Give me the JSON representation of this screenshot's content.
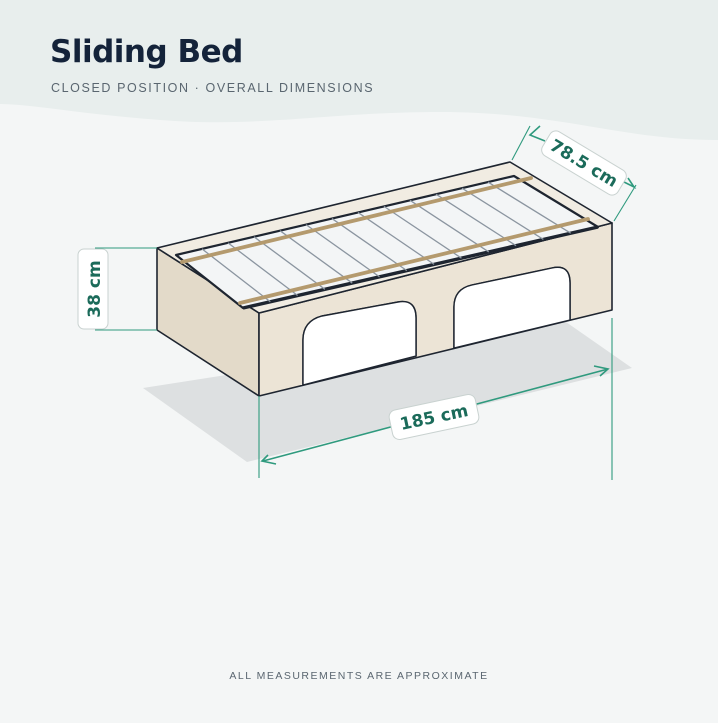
{
  "header": {
    "title": "Sliding Bed",
    "subtitle": "CLOSED POSITION · OVERALL DIMENSIONS"
  },
  "dimensions": {
    "height_label": "38 cm",
    "depth_label": "78.5 cm",
    "length_label": "185 cm"
  },
  "footer": {
    "note": "ALL MEASUREMENTS ARE APPROXIMATE"
  },
  "colors": {
    "background": "#f4f6f6",
    "header_band": "#e8eeed",
    "frame_fill": "#ece4d6",
    "outline": "#1e2530",
    "slat": "#b49a6e",
    "spring": "#8b95a0",
    "shadow": "#dde0e1",
    "dimension_line": "#2f9a7e",
    "dimension_text": "#1b6b5a"
  }
}
